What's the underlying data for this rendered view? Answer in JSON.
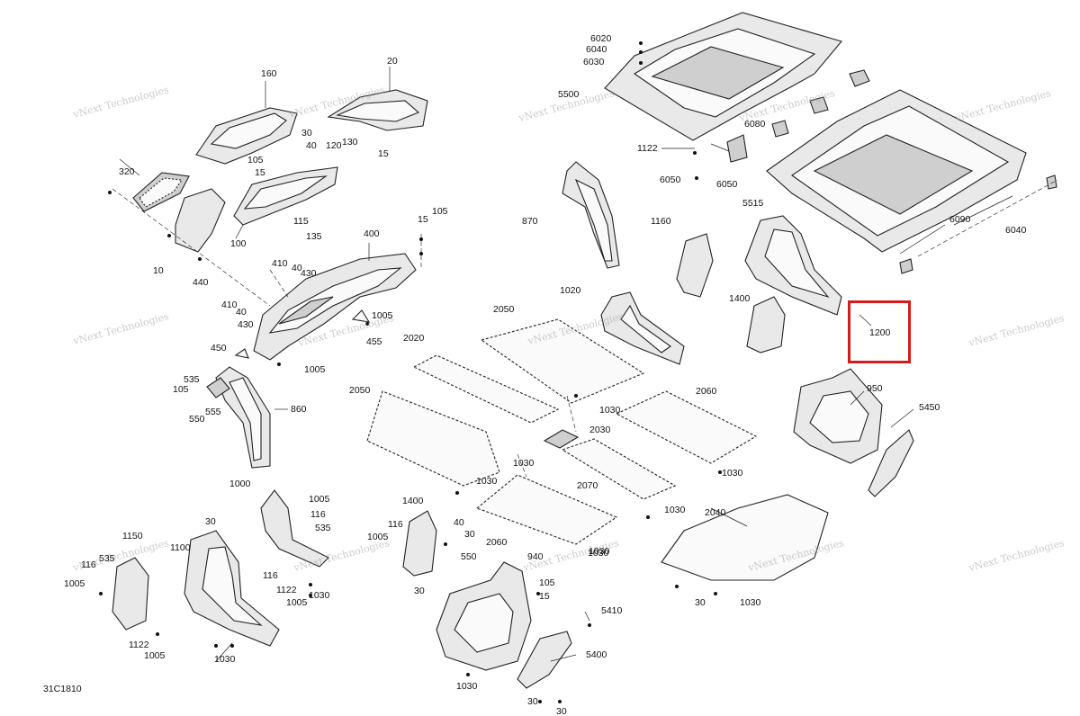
{
  "diagram_code": "31C1810",
  "highlight_color": "#d91a1a",
  "highlighted_part": "1200",
  "watermark": "vNext Technologies",
  "callouts": [
    "160",
    "20",
    "30",
    "40",
    "320",
    "105",
    "15",
    "120",
    "130",
    "15",
    "100",
    "115",
    "135",
    "10",
    "440",
    "15",
    "105",
    "400",
    "410",
    "40",
    "430",
    "410",
    "40",
    "430",
    "1005",
    "455",
    "450",
    "1005",
    "6020",
    "6040",
    "6030",
    "5500",
    "1122",
    "6050",
    "6050",
    "6080",
    "5515",
    "870",
    "1160",
    "6090",
    "6040",
    "1020",
    "1400",
    "1200",
    "950",
    "5450",
    "2050",
    "2020",
    "535",
    "105",
    "555",
    "550",
    "860",
    "2050",
    "1030",
    "2030",
    "2060",
    "1030",
    "1030",
    "1030",
    "2070",
    "1030",
    "1030",
    "2040",
    "1000",
    "1005",
    "116",
    "535",
    "30",
    "1150",
    "1100",
    "116",
    "535",
    "1005",
    "116",
    "1122",
    "1005",
    "1030",
    "1122",
    "1005",
    "1030",
    "1400",
    "116",
    "40",
    "30",
    "1005",
    "550",
    "940",
    "105",
    "15",
    "30",
    "1030",
    "2060",
    "5410",
    "5400",
    "1030",
    "30",
    "30",
    "30",
    "1030"
  ]
}
